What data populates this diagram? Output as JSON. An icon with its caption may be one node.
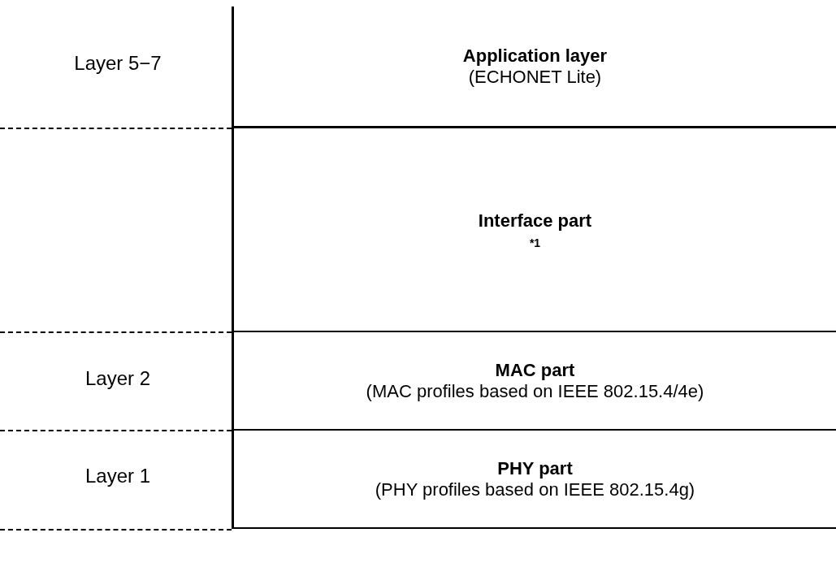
{
  "diagram": {
    "nodes": [
      {
        "text": [
          "Application layer",
          "(ECHONET Lite)"
        ]
      },
      {
        "text": [
          "Interface part",
          "*1"
        ]
      },
      {
        "text": [
          "MAC part",
          "(MAC profiles based on IEEE 802.15.4/4e)"
        ]
      },
      {
        "text": [
          "PHY part",
          "(PHY profiles based on IEEE 802.15.4g)"
        ]
      }
    ],
    "labels": [
      "Layer 5−7",
      "Layer 2",
      "Layer 1"
    ]
  }
}
